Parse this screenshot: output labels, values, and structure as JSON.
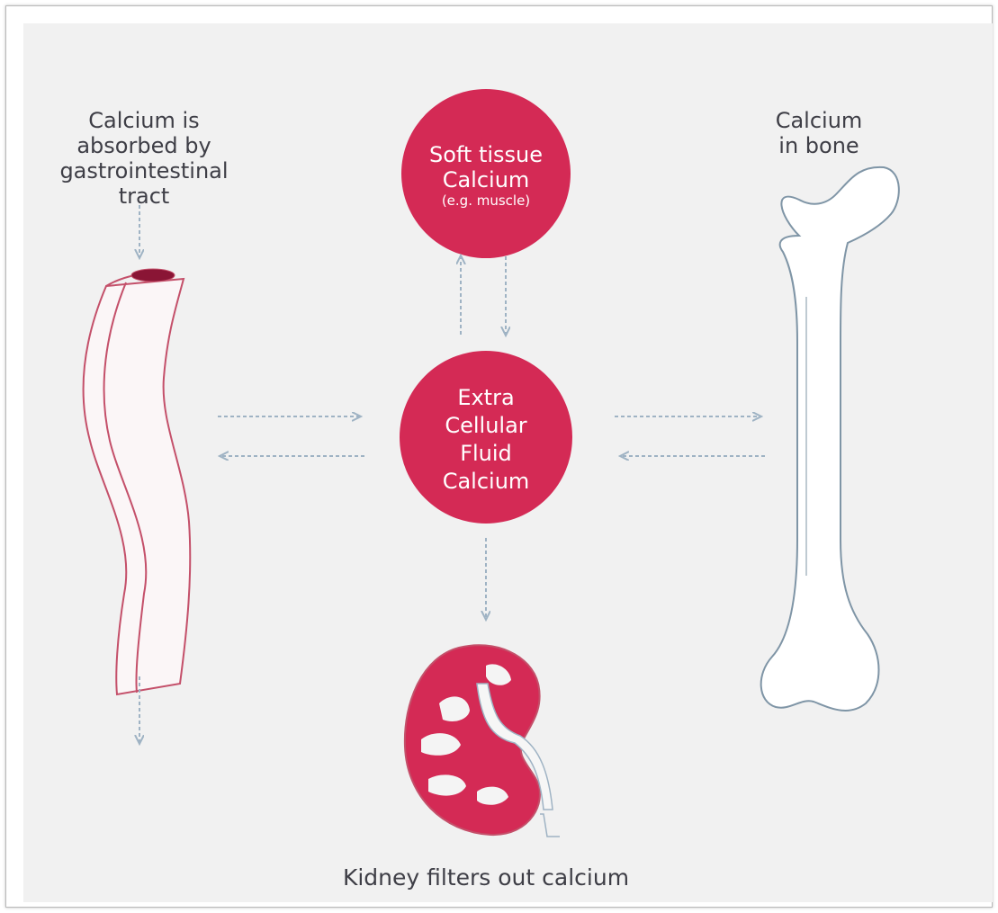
{
  "labels": {
    "gi_tract": "Calcium is\nabsorbed by\ngastrointestinal\ntract",
    "bone": "Calcium\nin bone",
    "kidney": "Kidney filters out calcium"
  },
  "nodes": {
    "soft_tissue": {
      "title": "Soft tissue\nCalcium",
      "subtitle": "(e.g. muscle)"
    },
    "ecf": {
      "title": "Extra\nCellular\nFluid\nCalcium"
    }
  },
  "colors": {
    "background": "#f1f1f1",
    "circle": "#d42a55",
    "tissue_outline": "#c4506a",
    "bone_outline": "#7f95a6",
    "arrow": "#9fb3c4",
    "text": "#3e3e46"
  },
  "icons": [
    "intestine-illustration",
    "bone-illustration",
    "kidney-illustration"
  ]
}
